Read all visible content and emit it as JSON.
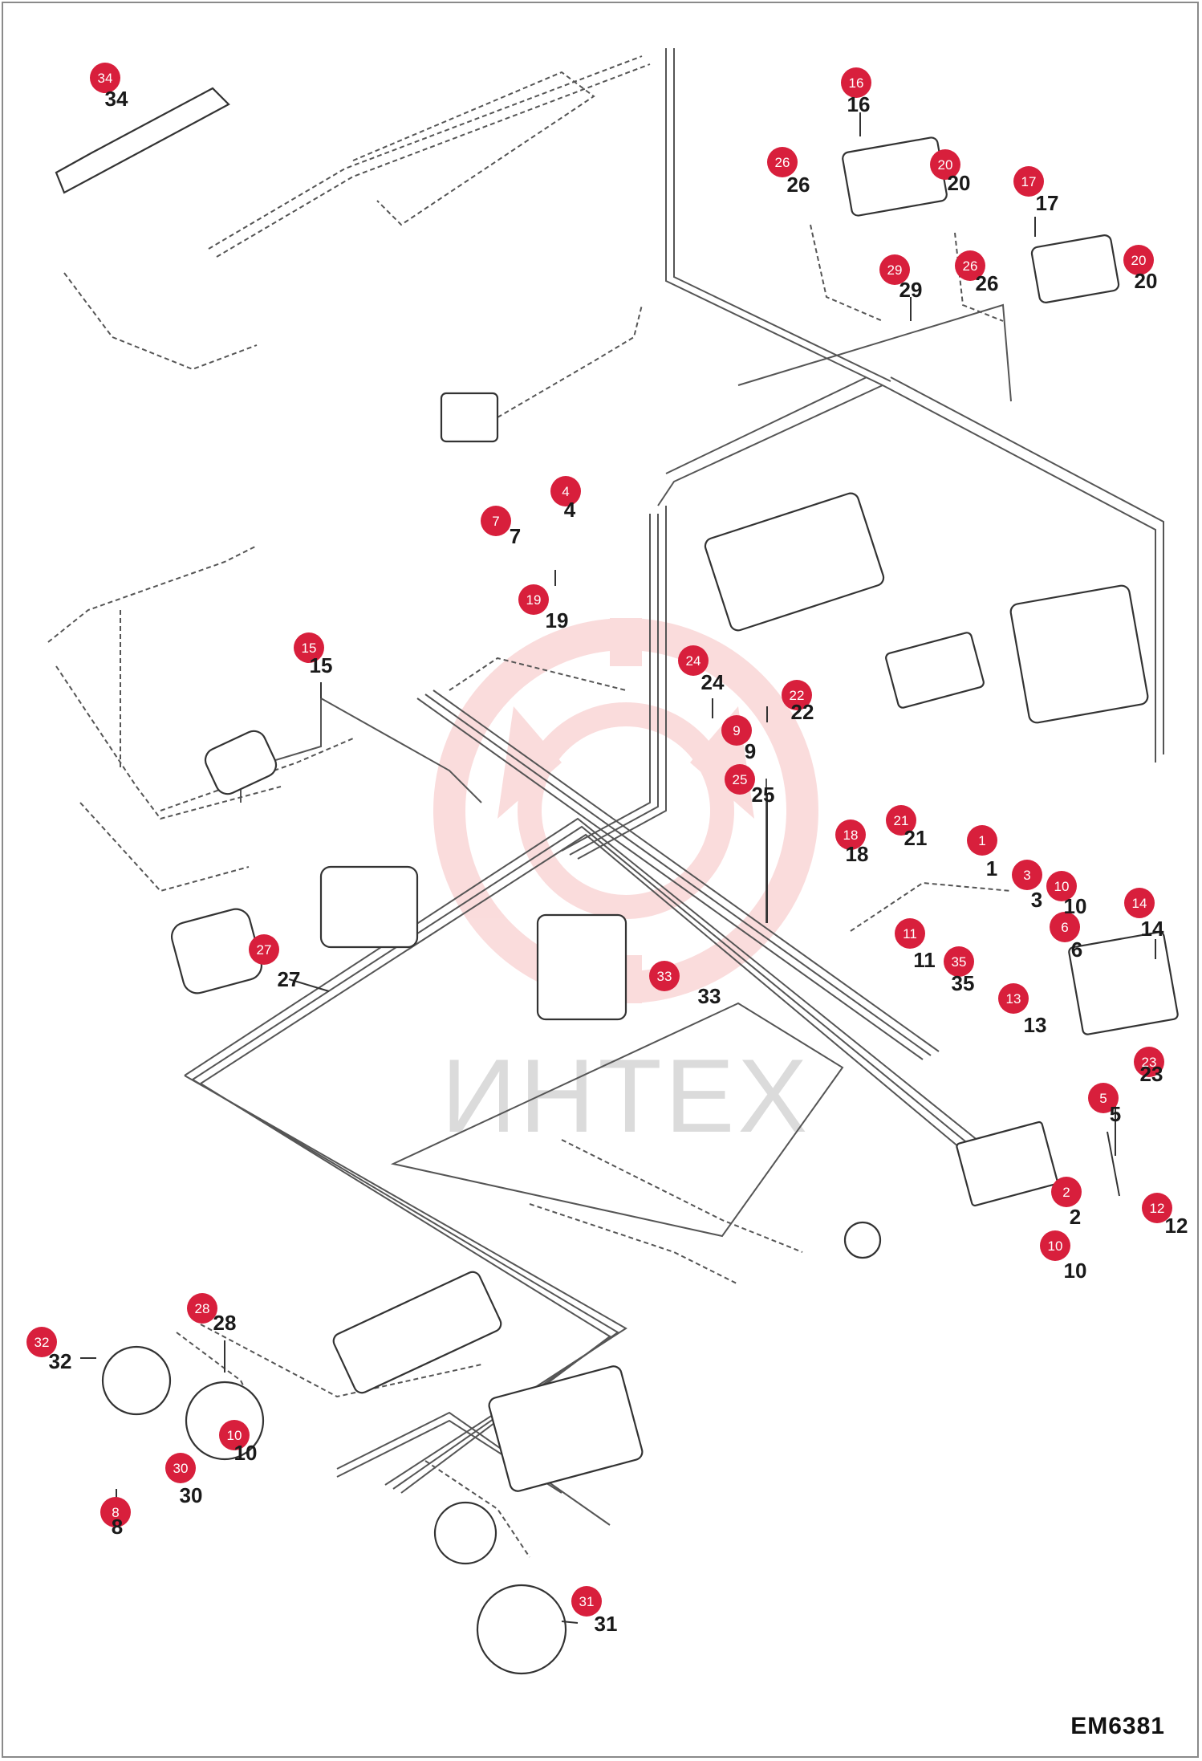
{
  "document": {
    "code": "EM6381"
  },
  "watermark": {
    "text": "ИНТЕХ",
    "color": "#f4b3b3"
  },
  "colors": {
    "callout_fill": "#d81f3c",
    "callout_text": "#ffffff",
    "line": "#555555",
    "part_number": "#1a1a1a"
  },
  "callouts": [
    {
      "label": "34"
    },
    {
      "label": "16"
    },
    {
      "label": "26"
    },
    {
      "label": "20"
    },
    {
      "label": "17"
    },
    {
      "label": "29"
    },
    {
      "label": "26"
    },
    {
      "label": "20"
    },
    {
      "label": "4"
    },
    {
      "label": "7"
    },
    {
      "label": "19"
    },
    {
      "label": "15"
    },
    {
      "label": "24"
    },
    {
      "label": "22"
    },
    {
      "label": "9"
    },
    {
      "label": "25"
    },
    {
      "label": "21"
    },
    {
      "label": "18"
    },
    {
      "label": "1"
    },
    {
      "label": "3"
    },
    {
      "label": "10"
    },
    {
      "label": "14"
    },
    {
      "label": "6"
    },
    {
      "label": "11"
    },
    {
      "label": "35"
    },
    {
      "label": "13"
    },
    {
      "label": "27"
    },
    {
      "label": "33"
    },
    {
      "label": "23"
    },
    {
      "label": "5"
    },
    {
      "label": "2"
    },
    {
      "label": "12"
    },
    {
      "label": "10"
    },
    {
      "label": "28"
    },
    {
      "label": "32"
    },
    {
      "label": "10"
    },
    {
      "label": "30"
    },
    {
      "label": "8"
    },
    {
      "label": "31"
    }
  ],
  "part_numbers": [
    {
      "text": "34"
    },
    {
      "text": "16"
    },
    {
      "text": "26"
    },
    {
      "text": "20"
    },
    {
      "text": "17"
    },
    {
      "text": "29"
    },
    {
      "text": "26"
    },
    {
      "text": "20"
    },
    {
      "text": "4"
    },
    {
      "text": "7"
    },
    {
      "text": "19"
    },
    {
      "text": "15"
    },
    {
      "text": "24"
    },
    {
      "text": "22"
    },
    {
      "text": "9"
    },
    {
      "text": "25"
    },
    {
      "text": "21"
    },
    {
      "text": "18"
    },
    {
      "text": "1"
    },
    {
      "text": "3"
    },
    {
      "text": "10"
    },
    {
      "text": "14"
    },
    {
      "text": "6"
    },
    {
      "text": "11"
    },
    {
      "text": "35"
    },
    {
      "text": "13"
    },
    {
      "text": "27"
    },
    {
      "text": "33"
    },
    {
      "text": "23"
    },
    {
      "text": "5"
    },
    {
      "text": "2"
    },
    {
      "text": "12"
    },
    {
      "text": "10"
    },
    {
      "text": "28"
    },
    {
      "text": "32"
    },
    {
      "text": "10"
    },
    {
      "text": "30"
    },
    {
      "text": "8"
    },
    {
      "text": "31"
    }
  ]
}
